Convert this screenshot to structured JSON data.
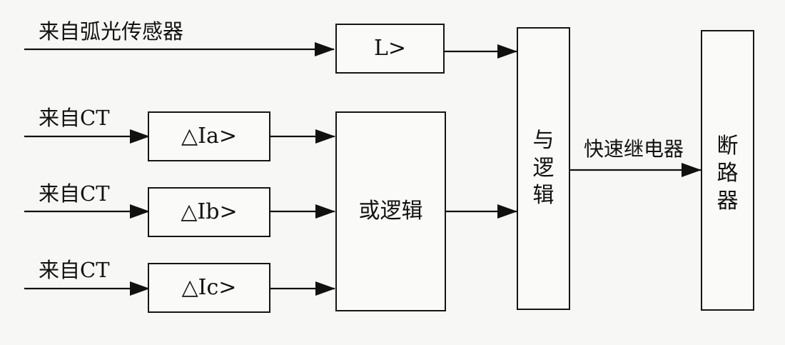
{
  "inputs": {
    "arc_sensor": "来自弧光传感器",
    "ct_a": "来自CT",
    "ct_b": "来自CT",
    "ct_c": "来自CT"
  },
  "blocks": {
    "light_detector": "L>",
    "current_a": "△Ia>",
    "current_b": "△Ib>",
    "current_c": "△Ic>",
    "or_logic": "或逻辑",
    "and_logic": [
      "与",
      "逻",
      "辑"
    ],
    "breaker": [
      "断",
      "路",
      "器"
    ]
  },
  "signals": {
    "fast_relay": "快速继电器"
  }
}
